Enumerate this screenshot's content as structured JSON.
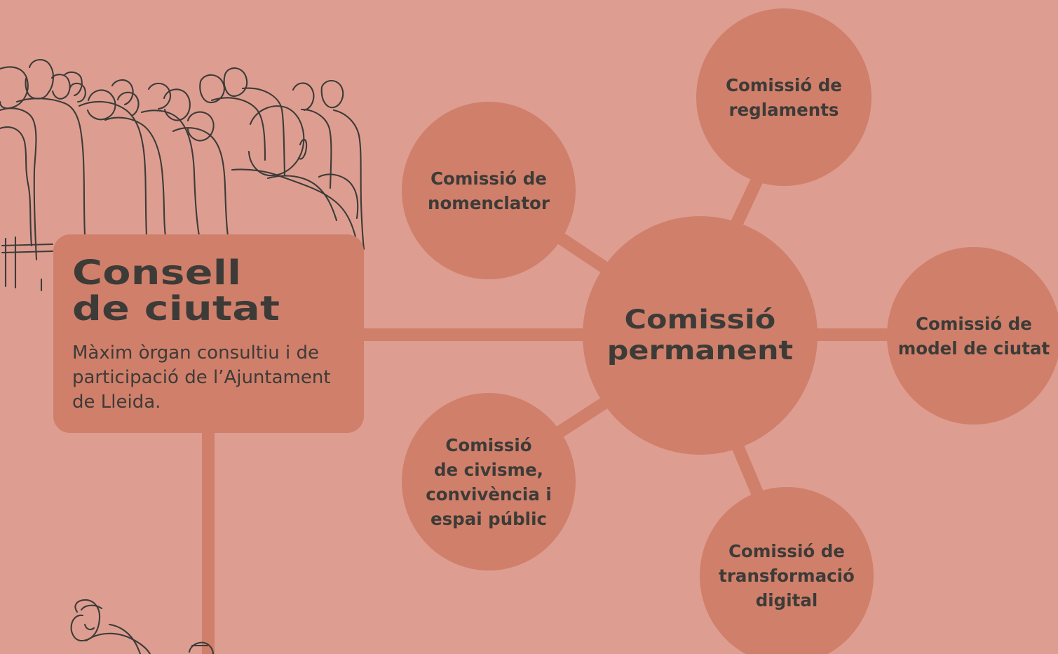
{
  "council": {
    "title": "Consell\nde ciutat",
    "description": "Màxim òrgan consultiu i de participació de l’Ajuntament de Lleida."
  },
  "center": {
    "label": "Comissió\npermanent"
  },
  "commissions": {
    "reglaments": "Comissió de\nreglaments",
    "nomenclator": "Comissió de\nnomenclator",
    "model_ciutat": "Comissió de\nmodel de ciutat",
    "civisme": "Comissió\nde civisme,\nconvivència i\nespai públic",
    "transformacio_digital": "Comissió de\ntransformació\ndigital"
  },
  "colors": {
    "background": "#dd9e91",
    "shape": "#d07f6a",
    "text": "#3d3b38"
  },
  "illustrations": {
    "crowd": "crowd-illustration",
    "person": "person-illustration"
  }
}
